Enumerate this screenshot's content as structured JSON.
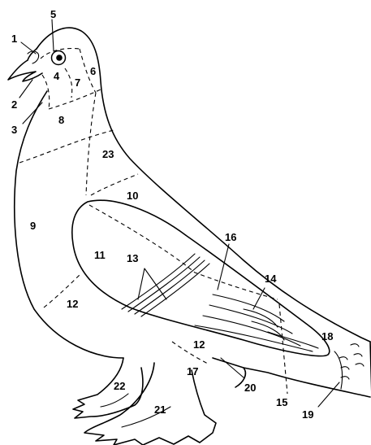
{
  "region_labels": {
    "r1": "1",
    "r2": "2",
    "r3": "3",
    "r4": "4",
    "r5": "5",
    "r6": "6",
    "r7": "7",
    "r8": "8",
    "r9": "9",
    "r10": "10",
    "r11": "11",
    "r12a": "12",
    "r12b": "12",
    "r13": "13",
    "r14": "14",
    "r15": "15",
    "r16": "16",
    "r17": "17",
    "r18": "18",
    "r19": "19",
    "r20": "20",
    "r21": "21",
    "r22": "22",
    "r23": "23"
  },
  "colors": {
    "line": "#000000",
    "background": "#ffffff"
  }
}
